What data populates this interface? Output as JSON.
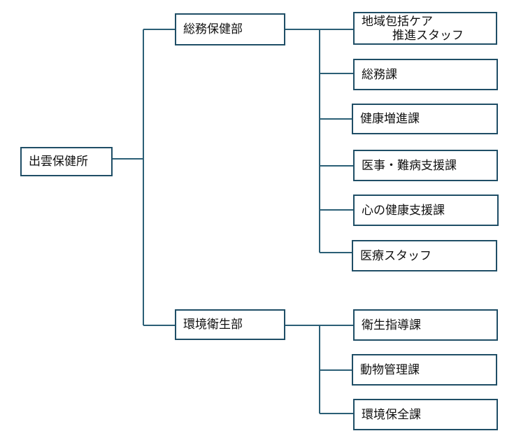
{
  "root": {
    "label": "出雲保健所"
  },
  "departments": [
    {
      "label": "総務保健部",
      "units": [
        {
          "lines": [
            "地域包括ケア",
            "推進スタッフ"
          ]
        },
        {
          "lines": [
            "総務課"
          ]
        },
        {
          "lines": [
            "健康増進課"
          ]
        },
        {
          "lines": [
            "医事・難病支援課"
          ]
        },
        {
          "lines": [
            "心の健康支援課"
          ]
        },
        {
          "lines": [
            "医療スタッフ"
          ]
        }
      ]
    },
    {
      "label": "環境衛生部",
      "units": [
        {
          "lines": [
            "衛生指導課"
          ]
        },
        {
          "lines": [
            "動物管理課"
          ]
        },
        {
          "lines": [
            "環境保全課"
          ]
        }
      ]
    }
  ],
  "colors": {
    "line": "#2b5f76",
    "border": "#1f4e66"
  }
}
